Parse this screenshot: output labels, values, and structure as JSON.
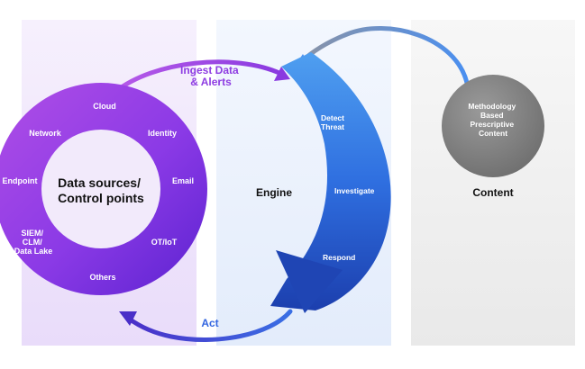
{
  "diagram": {
    "labels": {
      "ingest_line1": "Ingest Data",
      "ingest_line2": "& Alerts",
      "act": "Act"
    },
    "sources": {
      "center_line1": "Data sources/",
      "center_line2": "Control points",
      "items": {
        "cloud": "Cloud",
        "network": "Network",
        "identity": "Identity",
        "endpoint": "Endpoint",
        "email": "Email",
        "siem_line1": "SIEM/",
        "siem_line2": "CLM/",
        "siem_line3": "Data Lake",
        "otiot": "OT/IoT",
        "others": "Others"
      }
    },
    "engine": {
      "title": "Engine",
      "detect_line1": "Detect",
      "detect_line2": "Threat",
      "investigate": "Investigate",
      "respond": "Respond"
    },
    "content": {
      "title": "Content",
      "circle_line1": "Methodology",
      "circle_line2": "Based",
      "circle_line3": "Prescriptive",
      "circle_line4": "Content"
    },
    "colors": {
      "purple_dark": "#6a25d6",
      "purple_light": "#a94fe8",
      "blue_dark": "#1f49b8",
      "blue_light": "#4fa3f0",
      "gray_circle": "#808080",
      "act_color": "#3366e0",
      "ingest_color": "#8e3de2"
    }
  }
}
